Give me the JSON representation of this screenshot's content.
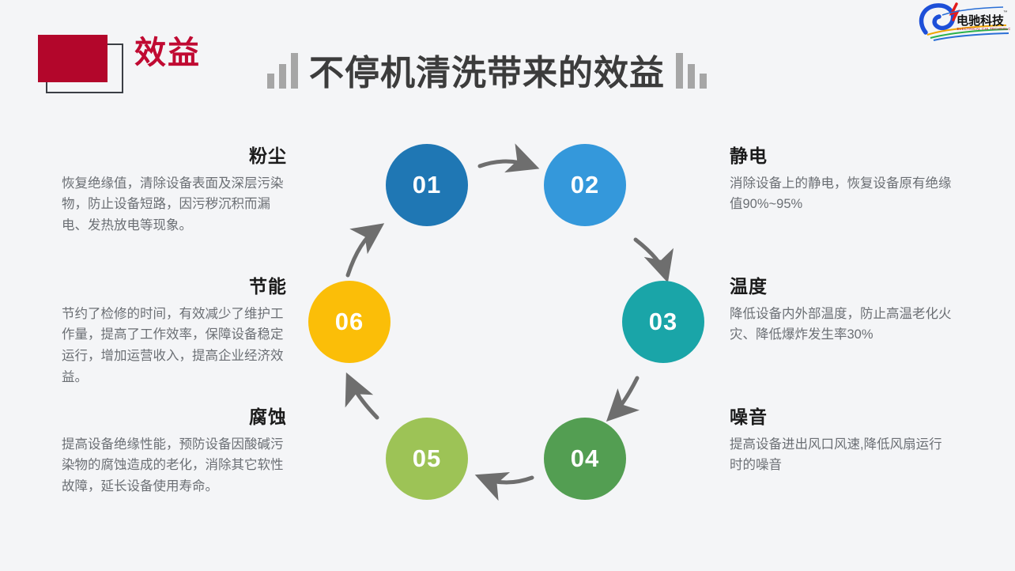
{
  "header": {
    "badge_label": "效益",
    "title": "不停机清洗带来的效益",
    "decor_left_icon": "ascending-bars-icon",
    "decor_right_icon": "descending-bars-icon",
    "badge_color": "#b3062b",
    "badge_text_color": "#c00a32",
    "title_color": "#3c3c3c"
  },
  "logo": {
    "brand_cn": "电驰科技",
    "brand_en": "ELECTRICAL CHI TECHNOLOGY",
    "trademark": "™"
  },
  "diagram": {
    "type": "cycle",
    "nodes": [
      {
        "id": "01",
        "label": "01",
        "color": "#1f77b4",
        "topic": "粉尘"
      },
      {
        "id": "02",
        "label": "02",
        "color": "#3498db",
        "topic": "静电"
      },
      {
        "id": "03",
        "label": "03",
        "color": "#1aa5a8",
        "topic": "温度"
      },
      {
        "id": "04",
        "label": "04",
        "color": "#539e52",
        "topic": "噪音"
      },
      {
        "id": "05",
        "label": "05",
        "color": "#9dc356",
        "topic": "腐蚀"
      },
      {
        "id": "06",
        "label": "06",
        "color": "#fbbe08",
        "topic": "节能"
      }
    ],
    "arrow_color": "#6e6e6e",
    "flow": [
      "01",
      "02",
      "03",
      "04",
      "05",
      "06",
      "01"
    ]
  },
  "blocks": {
    "dust": {
      "title": "粉尘",
      "text": "恢复绝缘值，清除设备表面及深层污染物，防止设备短路，因污秽沉积而漏电、发热放电等现象。"
    },
    "energy": {
      "title": "节能",
      "text": "节约了检修的时间，有效减少了维护工作量，提高了工作效率，保障设备稳定运行，增加运营收入，提高企业经济效益。"
    },
    "corrosion": {
      "title": "腐蚀",
      "text": "提高设备绝缘性能，预防设备因酸碱污染物的腐蚀造成的老化，消除其它软性故障，延长设备使用寿命。"
    },
    "static": {
      "title": "静电",
      "text": "消除设备上的静电，恢复设备原有绝缘值90%~95%"
    },
    "temperature": {
      "title": "温度",
      "text": "降低设备内外部温度，防止高温老化火灾、降低爆炸发生率30%"
    },
    "noise": {
      "title": "噪音",
      "text": "提高设备进出风口风速,降低风扇运行时的噪音"
    }
  }
}
